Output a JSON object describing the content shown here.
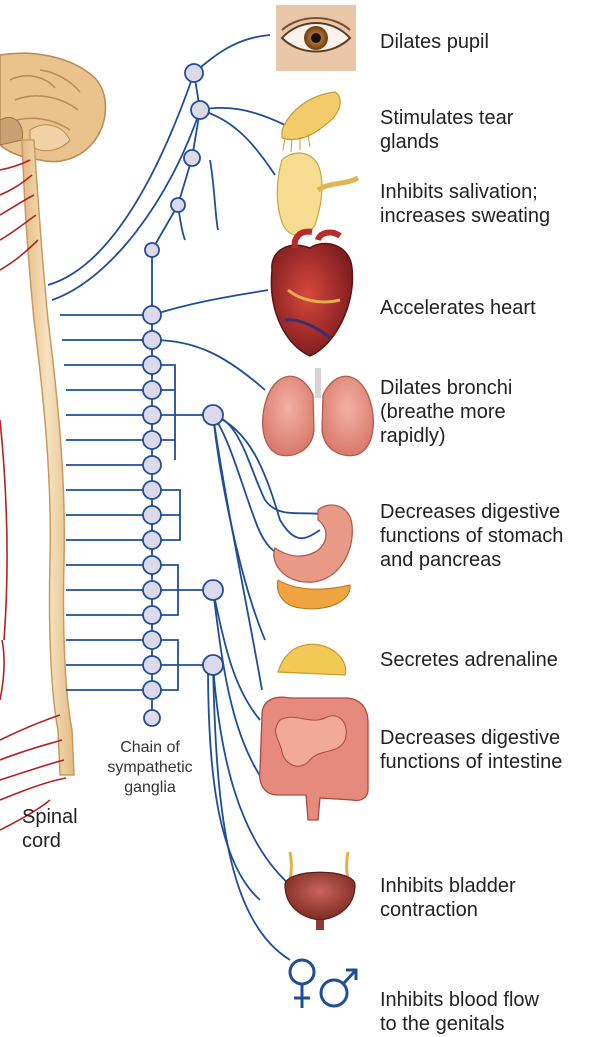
{
  "effects": [
    {
      "id": "eye",
      "text": "Dilates pupil"
    },
    {
      "id": "tear",
      "text": "Stimulates tear\nglands"
    },
    {
      "id": "salivary",
      "text": "Inhibits salivation;\nincreases sweating"
    },
    {
      "id": "heart",
      "text": "Accelerates heart"
    },
    {
      "id": "lungs",
      "text": "Dilates bronchi\n(breathe more\nrapidly)"
    },
    {
      "id": "stomach",
      "text": "Decreases digestive\nfunctions of stomach\nand pancreas"
    },
    {
      "id": "adrenal",
      "text": "Secretes adrenaline"
    },
    {
      "id": "intestine",
      "text": "Decreases digestive\nfunctions of intestine"
    },
    {
      "id": "bladder",
      "text": "Inhibits bladder\ncontraction"
    },
    {
      "id": "genitals",
      "text": "Inhibits blood flow\nto the genitals"
    }
  ],
  "labels": {
    "chain": "Chain of\nsympathetic\nganglia",
    "spinal_cord": "Spinal\ncord"
  },
  "colors": {
    "nerve": "#1f4e96",
    "ganglion_fill": "#dcd9ea",
    "preganglionic_red": "#b22222",
    "spinal_cord": "#f2d4a6",
    "brain": "#e9c28c"
  },
  "icons": [
    "eye-icon",
    "tear-gland-icon",
    "salivary-gland-icon",
    "heart-icon",
    "lungs-icon",
    "stomach-pancreas-icon",
    "adrenal-gland-icon",
    "intestine-icon",
    "bladder-icon",
    "female-symbol-icon",
    "male-symbol-icon"
  ]
}
